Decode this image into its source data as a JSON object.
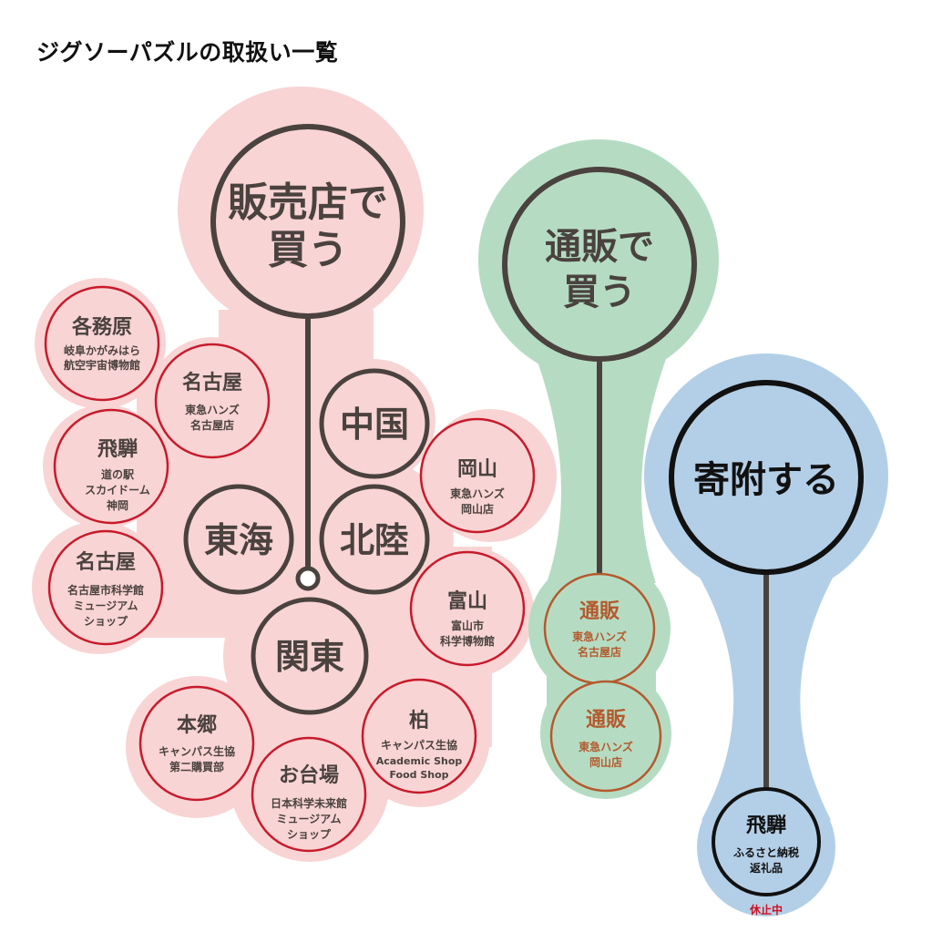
{
  "title": "ジグソーパズルの取扱い一覧",
  "colors": {
    "store_blob": "#f8d4d4",
    "mail_blob": "#b5dcc3",
    "donate_blob": "#b3cfe7",
    "store_ring": "#c81a2b",
    "mail_ring": "#b45a2e",
    "stem": "#4a423e",
    "text_dark": "#4a423e",
    "suspended": "#d01020"
  },
  "categories": {
    "store": "販売店で買う",
    "mail": "通販で買う",
    "donate": "寄附する"
  },
  "regions": {
    "chugoku": "中国",
    "tokai": "東海",
    "hokuriku": "北陸",
    "kanto": "関東"
  },
  "locations": {
    "kakamigahara": {
      "name": "各務原",
      "detail": [
        "岐阜かがみはら",
        "航空宇宙博物館"
      ]
    },
    "nagoya_hands": {
      "name": "名古屋",
      "detail": [
        "東急ハンズ",
        "名古屋店"
      ]
    },
    "hida": {
      "name": "飛騨",
      "detail": [
        "道の駅",
        "スカイドーム",
        "神岡"
      ]
    },
    "nagoya_museum": {
      "name": "名古屋",
      "detail": [
        "名古屋市科学館",
        "ミュージアム",
        "ショップ"
      ]
    },
    "okayama": {
      "name": "岡山",
      "detail": [
        "東急ハンズ",
        "岡山店"
      ]
    },
    "toyama": {
      "name": "富山",
      "detail": [
        "富山市",
        "科学博物館"
      ]
    },
    "hongo": {
      "name": "本郷",
      "detail": [
        "キャンパス生協",
        "第二購買部"
      ]
    },
    "odaiba": {
      "name": "お台場",
      "detail": [
        "日本科学未来館",
        "ミュージアム",
        "ショップ"
      ]
    },
    "kashiwa": {
      "name": "柏",
      "detail": [
        "キャンパス生協",
        "Academic Shop",
        "Food Shop"
      ]
    },
    "mail_nagoya": {
      "name": "通販",
      "detail": [
        "東急ハンズ",
        "名古屋店"
      ]
    },
    "mail_okayama": {
      "name": "通販",
      "detail": [
        "東急ハンズ",
        "岡山店"
      ]
    },
    "hida_furusato": {
      "name": "飛騨",
      "detail": [
        "ふるさと納税",
        "返礼品"
      ],
      "status": "休止中"
    }
  }
}
